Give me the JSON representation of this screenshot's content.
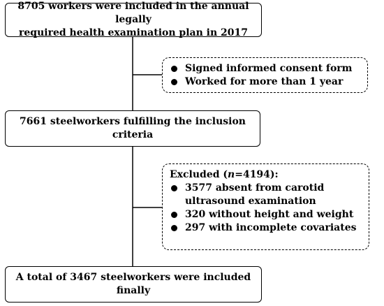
{
  "flowchart": {
    "box_1": {
      "lines": [
        "8705 workers were included in the annual legally",
        "required health examination plan in 2017"
      ]
    },
    "inclusion": {
      "items": [
        "Signed informed consent form",
        "Worked for more than 1 year"
      ]
    },
    "box_2": {
      "text": "7661 steelworkers fulfilling the inclusion criteria"
    },
    "exclusion": {
      "heading_prefix": "Excluded (",
      "heading_n": "n",
      "heading_suffix": "=4194):",
      "items": [
        "3577 absent from carotid ultrasound examination",
        "320 without height and weight",
        "297 with incomplete covariates"
      ]
    },
    "box_3": {
      "text": "A total of 3467 steelworkers were included finally"
    }
  }
}
